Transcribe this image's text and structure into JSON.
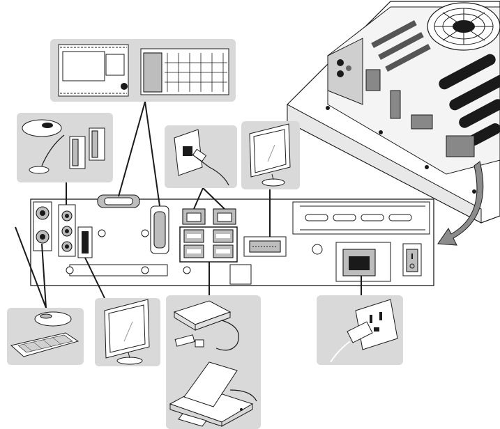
{
  "diagram": {
    "kind": "connection-illustration",
    "device": "panel-pc-rear-io",
    "colors": {
      "panel_bg": "#d9d9d9",
      "line": "#1a1a1a",
      "fill_light": "#ffffff",
      "fill_mid": "#bdbdbd"
    },
    "peripherals": [
      {
        "id": "plc",
        "icon": "plc-controller-icon",
        "connects_to": "serial-ports"
      },
      {
        "id": "audio",
        "icon": "microphone-speakers-icon",
        "connects_to": "audio-jacks"
      },
      {
        "id": "lan",
        "icon": "lan-wall-outlet-icon",
        "connects_to": "lan-ports"
      },
      {
        "id": "dvi-monitor",
        "icon": "monitor-icon",
        "connects_to": "dvi-port"
      },
      {
        "id": "input-devices",
        "icon": "mouse-keyboard-icon",
        "connects_to": "ps2-ports"
      },
      {
        "id": "dp-monitor",
        "icon": "monitor-icon",
        "connects_to": "displayport"
      },
      {
        "id": "usb-devices",
        "icon": "usb-drive-printer-icon",
        "connects_to": "usb-ports"
      },
      {
        "id": "power",
        "icon": "power-plug-outlet-icon",
        "connects_to": "ac-inlet"
      }
    ]
  }
}
